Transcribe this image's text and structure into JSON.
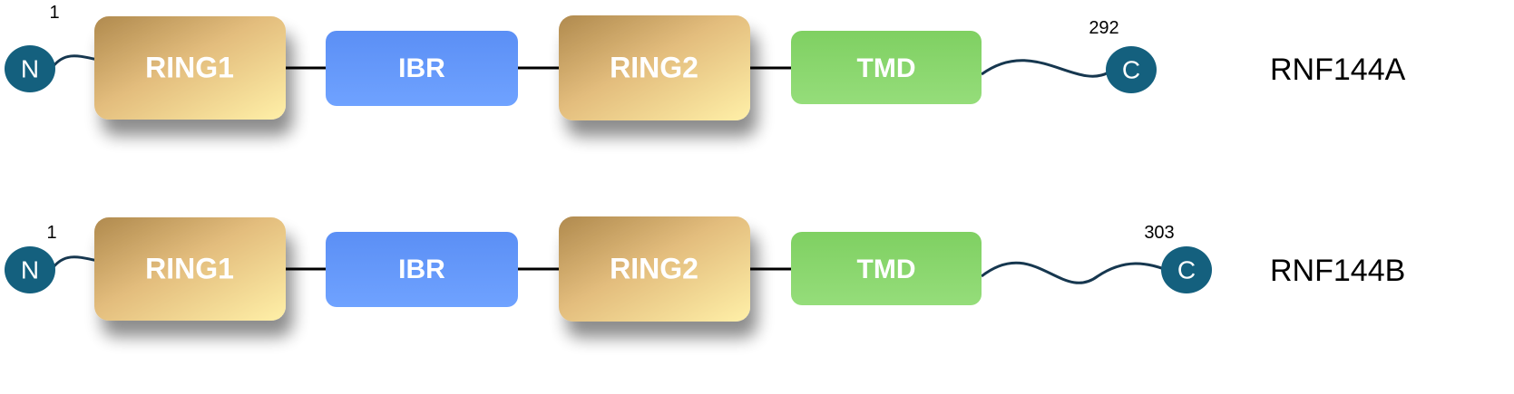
{
  "colors": {
    "ring": "#e4be7c",
    "ibr": "#6699ff",
    "tmd": "#8cd672",
    "terminal": "#14607e",
    "linker": "#000000",
    "tail": "#16374f"
  },
  "proteins": [
    {
      "name": "RNF144A",
      "start_label": "1",
      "end_label": "292",
      "n_terminal": "N",
      "c_terminal": "C",
      "domains": [
        {
          "label": "RING1",
          "type": "ring"
        },
        {
          "label": "IBR",
          "type": "ibr"
        },
        {
          "label": "RING2",
          "type": "ring"
        },
        {
          "label": "TMD",
          "type": "tmd"
        }
      ]
    },
    {
      "name": "RNF144B",
      "start_label": "1",
      "end_label": "303",
      "n_terminal": "N",
      "c_terminal": "C",
      "domains": [
        {
          "label": "RING1",
          "type": "ring"
        },
        {
          "label": "IBR",
          "type": "ibr"
        },
        {
          "label": "RING2",
          "type": "ring"
        },
        {
          "label": "TMD",
          "type": "tmd"
        }
      ]
    }
  ]
}
